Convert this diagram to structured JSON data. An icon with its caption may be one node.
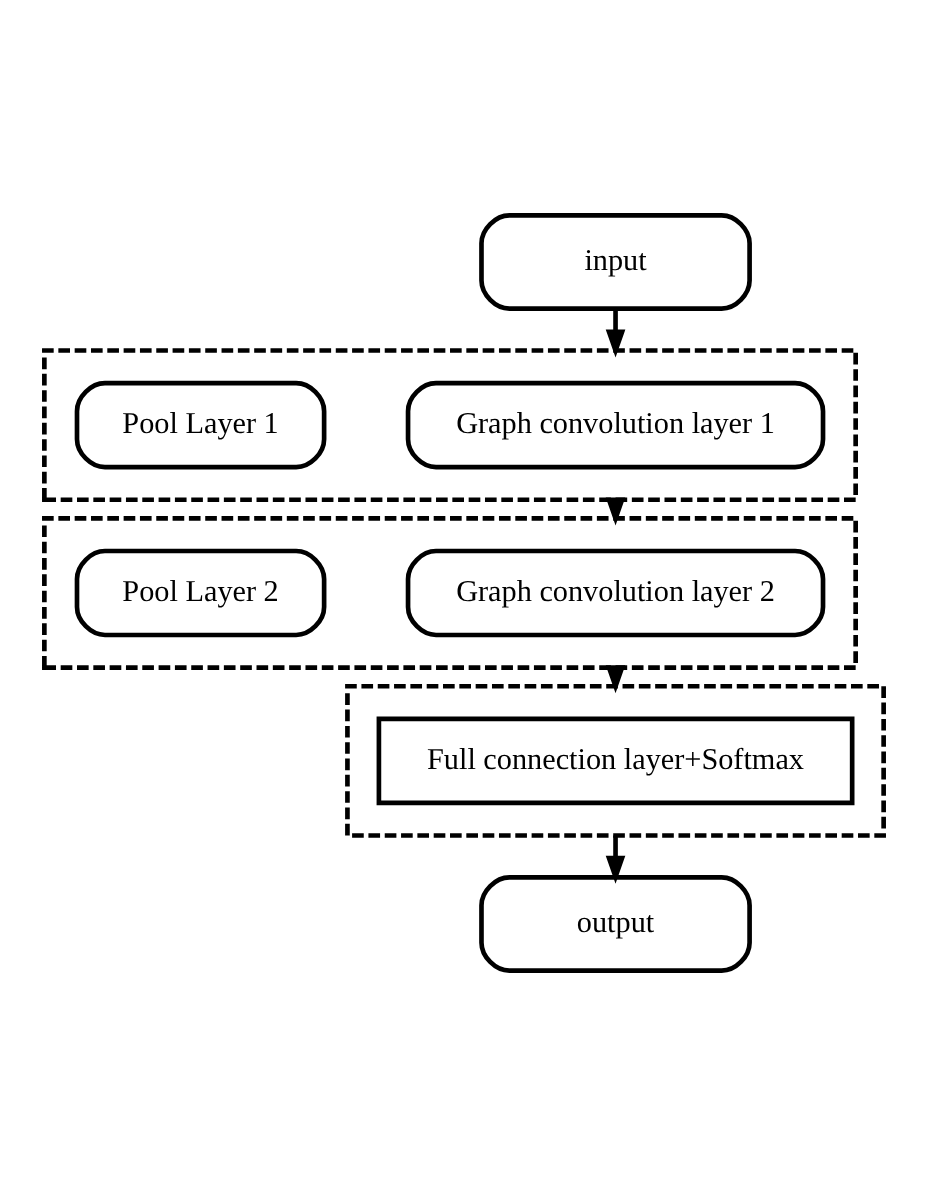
{
  "diagram": {
    "nodes": [
      {
        "text": [
          "input"
        ]
      },
      {
        "text": [],
        "shape": "box"
      },
      {
        "text": [
          "Graph convolution layer 1"
        ],
        "in": 1
      },
      {
        "text": [
          "Pool Layer 1"
        ],
        "in": 1
      },
      {
        "text": [],
        "shape": "box"
      },
      {
        "text": [
          "Graph convolution layer 2"
        ],
        "in": 4
      },
      {
        "text": [
          "Pool Layer 2"
        ],
        "in": 4
      },
      {
        "text": [],
        "shape": "box"
      },
      {
        "text": [
          "Full connection layer+Softmax"
        ],
        "in": 7
      },
      {
        "text": [
          "output"
        ]
      }
    ],
    "edges": [
      {
        "from": 0,
        "to": 1,
        "arrow": "to"
      },
      {
        "from": 1,
        "to": 4,
        "arrow": "to"
      },
      {
        "from": 4,
        "to": 7,
        "arrow": "to"
      },
      {
        "from": 7,
        "to": 9,
        "arrow": "to"
      }
    ]
  }
}
